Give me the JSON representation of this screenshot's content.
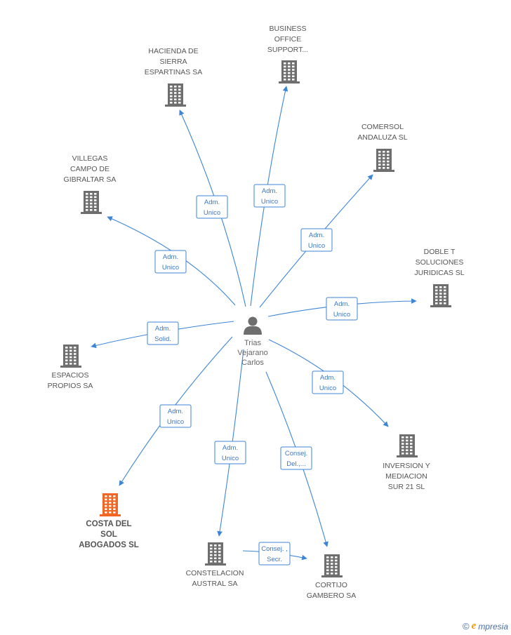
{
  "center": {
    "name_lines": [
      "Trias",
      "Vejarano",
      "Carlos"
    ],
    "icon": "person-icon"
  },
  "companies": [
    {
      "id": "hacienda",
      "lines": [
        "HACIENDA DE",
        "SIERRA",
        "ESPARTINAS SA"
      ],
      "icon": "building-icon",
      "highlight": false
    },
    {
      "id": "business",
      "lines": [
        "BUSINESS",
        "OFFICE",
        "SUPPORT..."
      ],
      "icon": "building-icon",
      "highlight": false
    },
    {
      "id": "comersol",
      "lines": [
        "COMERSOL",
        "ANDALUZA SL"
      ],
      "icon": "building-icon",
      "highlight": false
    },
    {
      "id": "villegas",
      "lines": [
        "VILLEGAS",
        "CAMPO DE",
        "GIBRALTAR SA"
      ],
      "icon": "building-icon",
      "highlight": false
    },
    {
      "id": "doblet",
      "lines": [
        "DOBLE T",
        "SOLUCIONES",
        "JURIDICAS SL"
      ],
      "icon": "building-icon",
      "highlight": false
    },
    {
      "id": "espacios",
      "lines": [
        "ESPACIOS",
        "PROPIOS SA"
      ],
      "icon": "building-icon",
      "highlight": false
    },
    {
      "id": "inversion",
      "lines": [
        "INVERSION Y",
        "MEDIACION",
        "SUR 21 SL"
      ],
      "icon": "building-icon",
      "highlight": false
    },
    {
      "id": "costa",
      "lines": [
        "COSTA DEL",
        "SOL",
        "ABOGADOS SL"
      ],
      "icon": "building-icon",
      "highlight": true
    },
    {
      "id": "constelacion",
      "lines": [
        "CONSTELACION",
        "AUSTRAL SA"
      ],
      "icon": "building-icon",
      "highlight": false
    },
    {
      "id": "cortijo",
      "lines": [
        "CORTIJO",
        "GAMBERO SA"
      ],
      "icon": "building-icon",
      "highlight": false
    }
  ],
  "relations": [
    {
      "from": "center",
      "to": "hacienda",
      "role": [
        "Adm.",
        "Unico"
      ]
    },
    {
      "from": "center",
      "to": "business",
      "role": [
        "Adm.",
        "Unico"
      ]
    },
    {
      "from": "center",
      "to": "comersol",
      "role": [
        "Adm.",
        "Unico"
      ]
    },
    {
      "from": "center",
      "to": "villegas",
      "role": [
        "Adm.",
        "Unico"
      ]
    },
    {
      "from": "center",
      "to": "doblet",
      "role": [
        "Adm.",
        "Unico"
      ]
    },
    {
      "from": "center",
      "to": "espacios",
      "role": [
        "Adm.",
        "Solid."
      ]
    },
    {
      "from": "center",
      "to": "inversion",
      "role": [
        "Adm.",
        "Unico"
      ]
    },
    {
      "from": "center",
      "to": "costa",
      "role": [
        "Adm.",
        "Unico"
      ]
    },
    {
      "from": "center",
      "to": "constelacion",
      "role": [
        "Adm.",
        "Unico"
      ]
    },
    {
      "from": "center",
      "to": "cortijo",
      "role": [
        "Consej.",
        "Del.,..."
      ]
    },
    {
      "from": "constelacion",
      "to": "cortijo",
      "role": [
        "Consej. ,",
        "Secr."
      ]
    }
  ],
  "colors": {
    "edge": "#3d86d6",
    "building": "#6e6e6e",
    "building_highlight": "#f26522",
    "role_text": "#3b78c2"
  },
  "brand": {
    "copyright": "©",
    "e": "e",
    "name": "mpresia"
  }
}
